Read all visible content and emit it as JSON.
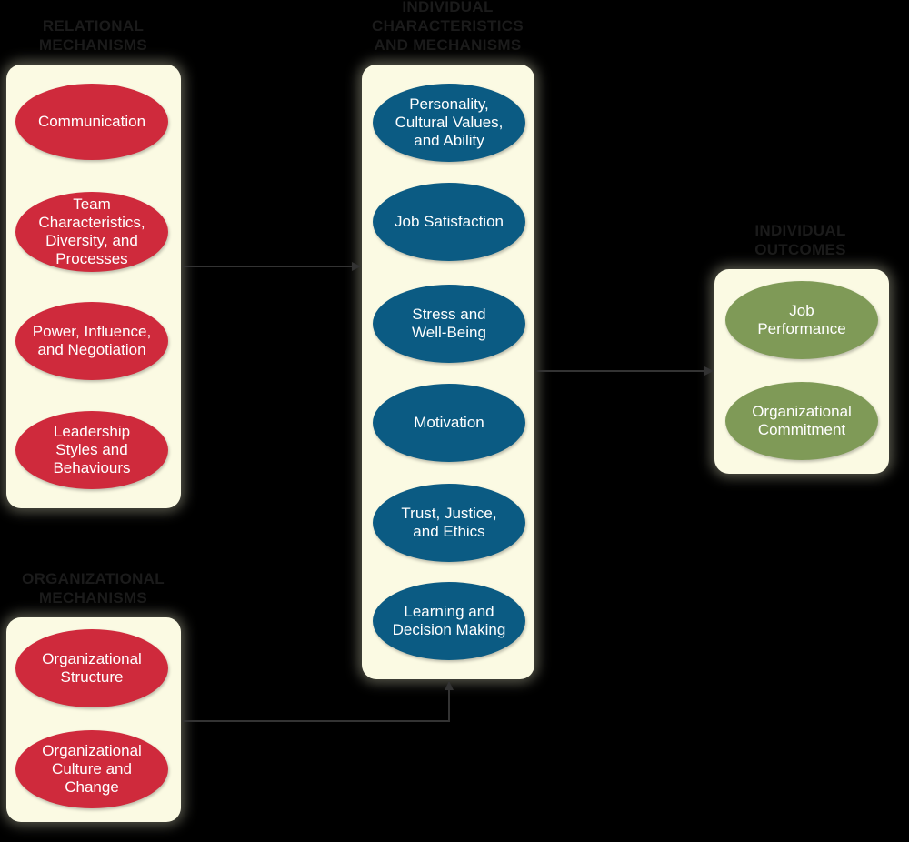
{
  "colors": {
    "background": "#000000",
    "panel": "#fbfae3",
    "heading": "#1b1b1b",
    "relational": "#cf2a3c",
    "individual": "#0b5b83",
    "outcome": "#7f9a57",
    "arrow": "#333333"
  },
  "headings": {
    "relational": [
      "RELATIONAL",
      "MECHANISMS"
    ],
    "organizational": [
      "ORGANIZATIONAL",
      "MECHANISMS"
    ],
    "individual": [
      "INDIVIDUAL",
      "CHARACTERISTICS",
      "AND MECHANISMS"
    ],
    "outcomes": [
      "INDIVIDUAL",
      "OUTCOMES"
    ]
  },
  "relational_items": [
    "Communication",
    "Team\nCharacteristics,\nDiversity, and\nProcesses",
    "Power, Influence,\nand Negotiation",
    "Leadership\nStyles and\nBehaviours"
  ],
  "organizational_items": [
    "Organizational\nStructure",
    "Organizational\nCulture and\nChange"
  ],
  "individual_items": [
    "Personality,\nCultural Values,\nand Ability",
    "Job Satisfaction",
    "Stress and\nWell-Being",
    "Motivation",
    "Trust, Justice,\nand Ethics",
    "Learning and\nDecision Making"
  ],
  "outcome_items": [
    "Job\nPerformance",
    "Organizational\nCommitment"
  ]
}
